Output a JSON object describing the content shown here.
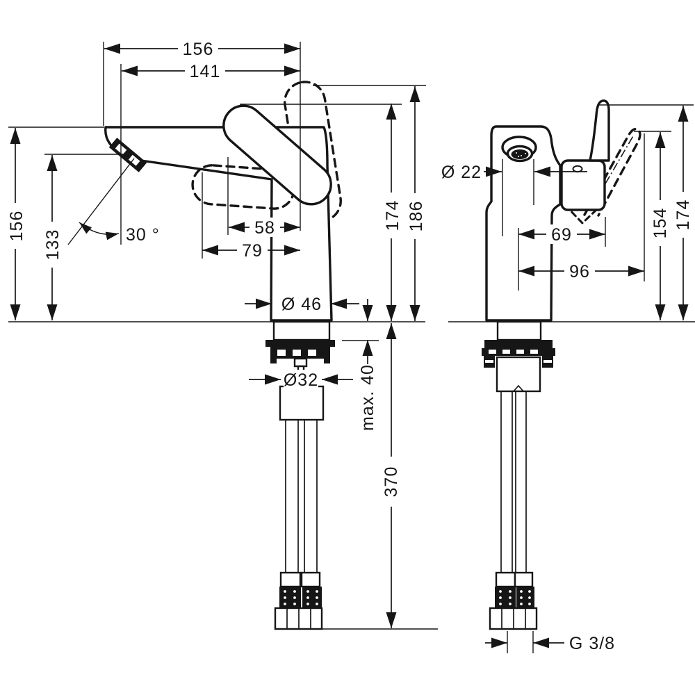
{
  "drawing": {
    "kind": "technical dimension drawing",
    "product": "single-lever basin mixer faucet, side and front views",
    "line_color": "#161616",
    "background_color": "#ffffff"
  },
  "dims": {
    "spout_reach_overall": "156",
    "aerator_reach": "141",
    "height_spout": "156",
    "height_aerator": "133",
    "aerator_angle": "30 °",
    "handle_to_center": "58",
    "handle_reach": "79",
    "base_diameter": "Ø 46",
    "height_body": "174",
    "height_handle_max": "186",
    "outlet_diameter": "Ø 22",
    "front_offset_small": "69",
    "front_offset_large": "96",
    "front_height_handle": "154",
    "front_height_total": "174",
    "max_deck_thickness": "max. 40",
    "hose_length": "370",
    "shank_diameter": "Ø32",
    "thread_size": "G 3/8"
  }
}
